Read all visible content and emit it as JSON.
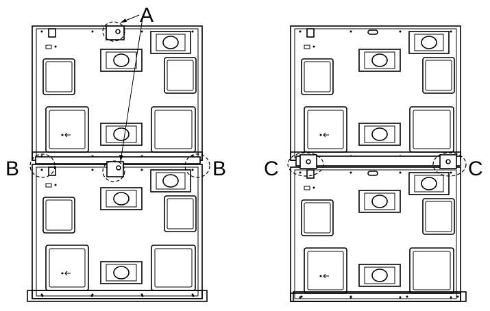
{
  "callouts": {
    "a": "A",
    "b_left": "B",
    "b_right": "B",
    "c_left": "C",
    "c_right": "C"
  }
}
